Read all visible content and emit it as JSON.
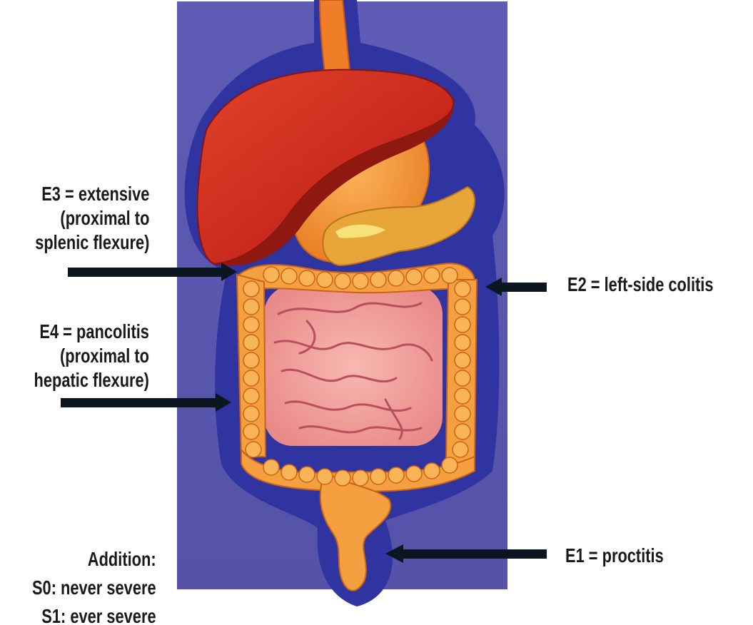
{
  "labels": {
    "e3": [
      "E3 = extensive",
      "(proximal to",
      "splenic flexure)"
    ],
    "e4": [
      "E4 = pancolitis",
      "(proximal to",
      "hepatic flexure)"
    ],
    "e2": "E2 = left-side colitis",
    "e1": "E1 = proctitis",
    "addition": [
      "Addition:",
      "S0: never severe",
      "S1: ever severe"
    ]
  },
  "colors": {
    "background_panel": "#5b58b0",
    "panel_halo": "#2f34a0",
    "liver": "#c8281c",
    "stomach": "#f08a2a",
    "pancreas": "#e8a53a",
    "colon": "#f5a040",
    "small_intestine": "#f3a0a0",
    "arrow": "#0c1620",
    "text": "#1a1a1a"
  }
}
